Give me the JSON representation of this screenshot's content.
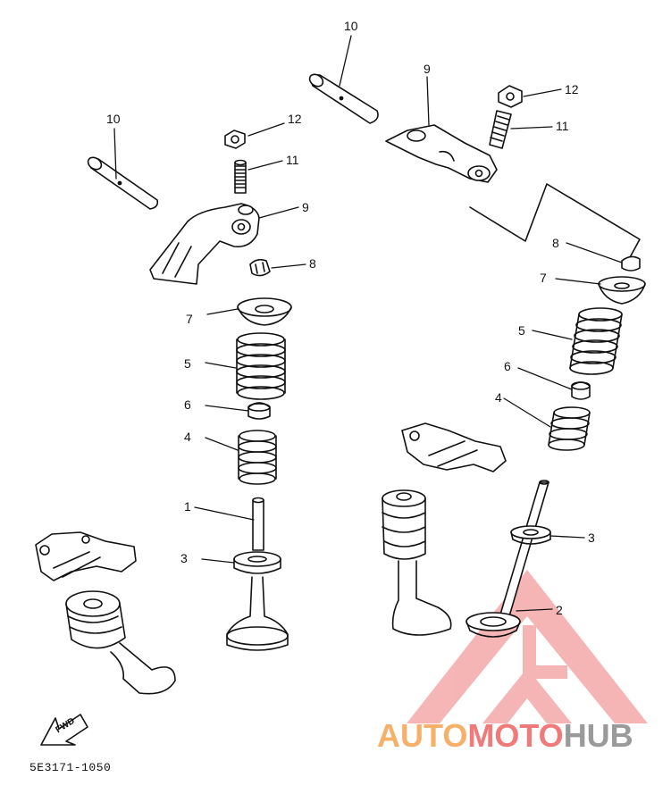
{
  "labels": {
    "l10a": "10",
    "l10b": "10",
    "l9a": "9",
    "l9b": "9",
    "l12a": "12",
    "l12b": "12",
    "l11a": "11",
    "l11b": "11",
    "l8a": "8",
    "l8b": "8",
    "l7a": "7",
    "l7b": "7",
    "l5a": "5",
    "l5b": "5",
    "l6a": "6",
    "l6b": "6",
    "l4a": "4",
    "l4b": "4",
    "l1": "1",
    "l3a": "3",
    "l3b": "3",
    "l2": "2"
  },
  "fwd_text": "FWD",
  "footer_code": "5E3171-1050",
  "watermark": {
    "auto": "AUTO",
    "moto": "MOTO",
    "hub": "HUB"
  },
  "colors": {
    "line": "#111111",
    "watermark_red": "#f07a7a",
    "watermark_orange": "#f5b06a",
    "watermark_grey": "#9a9a9a"
  },
  "icons": [
    "fwd-arrow-icon",
    "watermark-triangle-icon"
  ]
}
